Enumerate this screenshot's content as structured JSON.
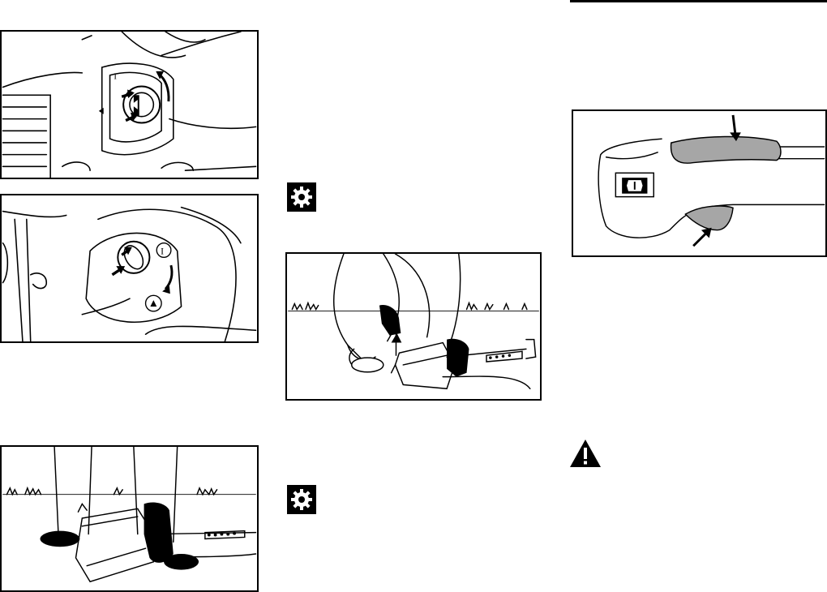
{
  "page": {
    "figures": [
      {
        "id": "fuel-cap-open",
        "icon": "fuel-cap-illustration"
      },
      {
        "id": "fuel-cap-close",
        "icon": "fuel-cap-illustration"
      },
      {
        "id": "trimmer-on-ground",
        "icon": "trimmer-start-position-illustration"
      },
      {
        "id": "trimmer-pull-start",
        "icon": "trimmer-pull-start-illustration"
      },
      {
        "id": "throttle-handle",
        "icon": "throttle-handle-illustration"
      }
    ],
    "symbols": [
      {
        "id": "settings-1",
        "icon": "gear-icon"
      },
      {
        "id": "settings-2",
        "icon": "gear-icon"
      },
      {
        "id": "warning",
        "icon": "warning-triangle-icon"
      }
    ],
    "fuel_cap_marks": {
      "open": "I",
      "closed": "▲"
    },
    "colors": {
      "ink": "#000000",
      "paper": "#ffffff",
      "trigger_gray": "#a6a6a6"
    }
  }
}
